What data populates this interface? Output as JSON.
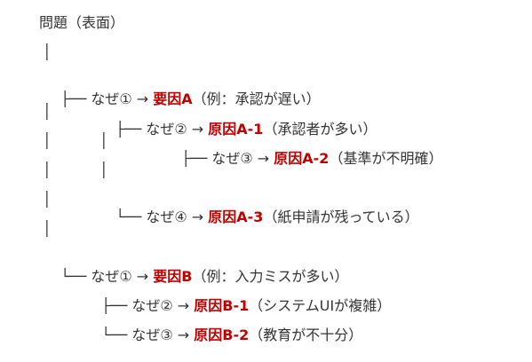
{
  "title": "問題（表面）",
  "tree_lines": [
    "│",
    "├──",
    "│",
    "│",
    "│",
    "│",
    "│",
    "│",
    "│",
    "│",
    "│",
    "└──"
  ],
  "nodes": [
    {
      "prefix": "├── なぜ① → ",
      "cause": "要因A",
      "detail": "（例：承認が遅い）"
    },
    {
      "prefix": "├── なぜ② → ",
      "cause": "原因A-1",
      "detail": "（承認者が多い）"
    },
    {
      "prefix": "├── なぜ③ → ",
      "cause": "原因A-2",
      "detail": "（基準が不明確）"
    },
    {
      "prefix": "└── なぜ④ → ",
      "cause": "原因A-3",
      "detail": "（紙申請が残っている）"
    },
    {
      "prefix": "└── なぜ① → ",
      "cause": "要因B",
      "detail": "（例：入力ミスが多い）"
    },
    {
      "prefix": "├── なぜ② → ",
      "cause": "原因B-1",
      "detail": "（システムUIが複雑）"
    },
    {
      "prefix": "└── なぜ③ → ",
      "cause": "原因B-2",
      "detail": "（教育が不十分）"
    }
  ],
  "colors": {
    "text": "#333333",
    "accent": "#c00000"
  }
}
